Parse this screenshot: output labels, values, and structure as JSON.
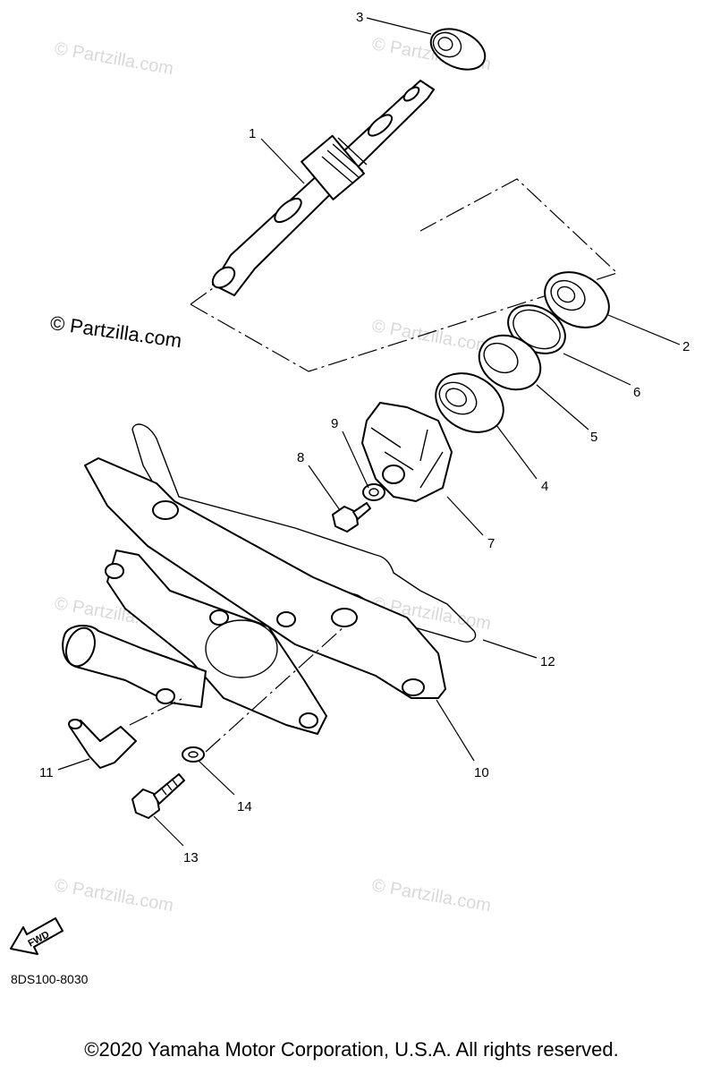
{
  "watermark_text": "© Partzilla.com",
  "brand_watermark": "© Partzilla.com",
  "callouts": [
    "1",
    "2",
    "3",
    "4",
    "5",
    "6",
    "7",
    "8",
    "9",
    "10",
    "11",
    "12",
    "13",
    "14"
  ],
  "fwd_label": "FWD",
  "diagram_code": "8DS100-8030",
  "copyright": "©2020 Yamaha Motor Corporation, U.S.A. All rights reserved."
}
